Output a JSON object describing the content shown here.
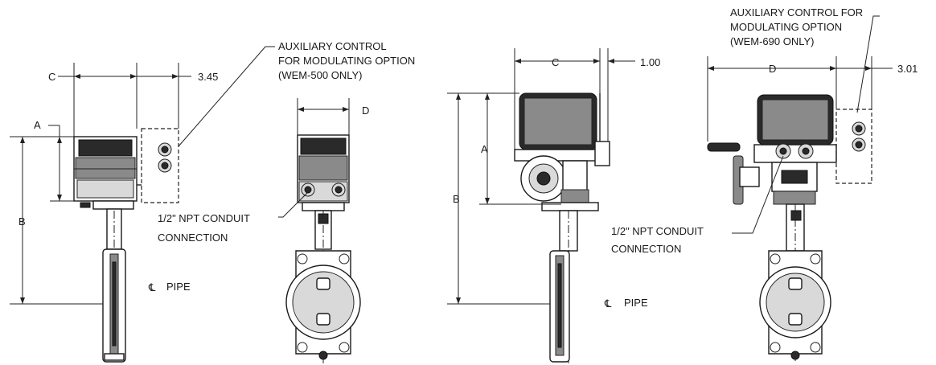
{
  "views": {
    "wem500": {
      "aux_note": [
        "AUXILIARY CONTROL",
        "FOR MODULATING OPTION",
        "(WEM-500 ONLY)"
      ],
      "conduit_note": [
        "1/2\" NPT CONDUIT",
        "CONNECTION"
      ],
      "dim_c": "C",
      "dim_aux_offset": "3.45",
      "dim_a": "A",
      "dim_b": "B",
      "dim_d": "D",
      "centerline_label": "PIPE"
    },
    "wem690": {
      "aux_note": [
        "AUXILIARY CONTROL FOR",
        "MODULATING OPTION",
        "(WEM-690 ONLY)"
      ],
      "conduit_note": [
        "1/2\" NPT CONDUIT",
        "CONNECTION"
      ],
      "dim_c": "C",
      "dim_c_offset": "1.00",
      "dim_a": "A",
      "dim_b": "B",
      "dim_d": "D",
      "dim_aux_offset": "3.01",
      "centerline_label": "PIPE"
    }
  }
}
